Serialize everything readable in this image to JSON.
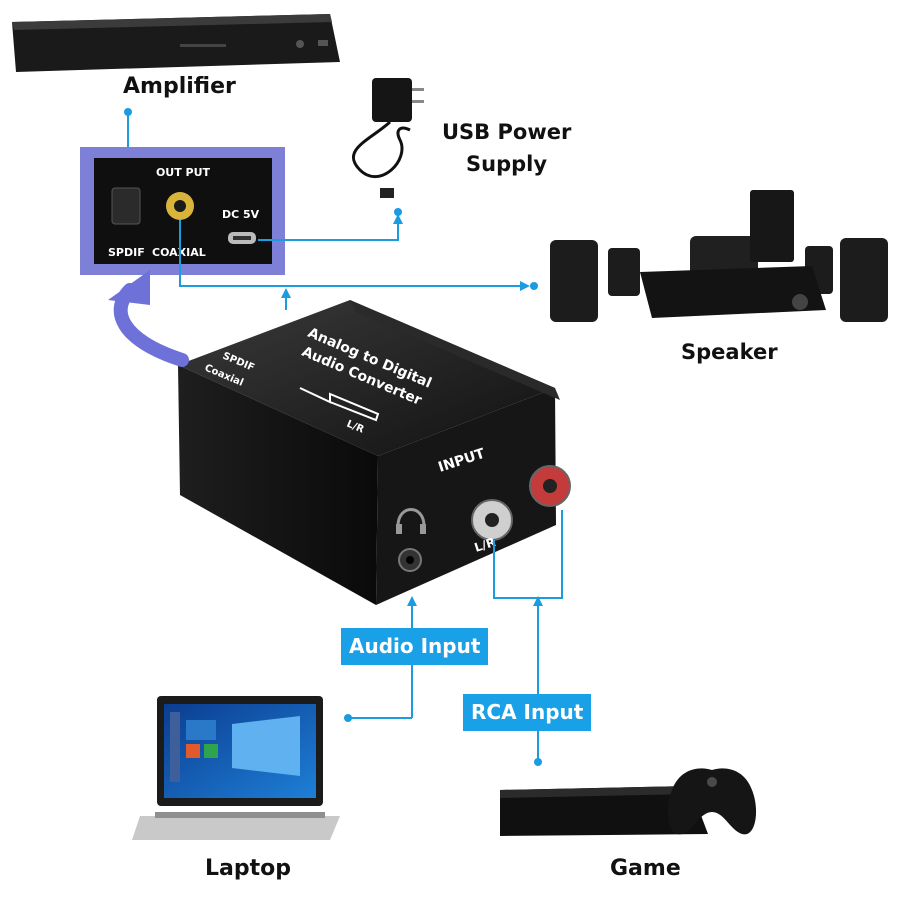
{
  "labels": {
    "amplifier": "Amplifier",
    "usb_power_line1": "USB Power",
    "usb_power_line2": "Supply",
    "speaker": "Speaker",
    "audio_input": "Audio Input",
    "rca_input": "RCA Input",
    "laptop": "Laptop",
    "game": "Game"
  },
  "output_panel": {
    "title": "OUT PUT",
    "spdif": "SPDIF",
    "coaxial": "COAXIAL",
    "dc": "DC 5V"
  },
  "converter": {
    "line1": "Analog to Digital",
    "line2": "Audio Converter",
    "spdif": "SPDIF",
    "coaxial": "Coaxial",
    "lr": "L/R",
    "input": "INPUT",
    "lr_jacks": "L/R"
  },
  "colors": {
    "line": "#1b9be0",
    "tag_bg": "#19a0e6",
    "panel_border": "#7e7fd6",
    "arrow_curve": "#6e72d8"
  }
}
